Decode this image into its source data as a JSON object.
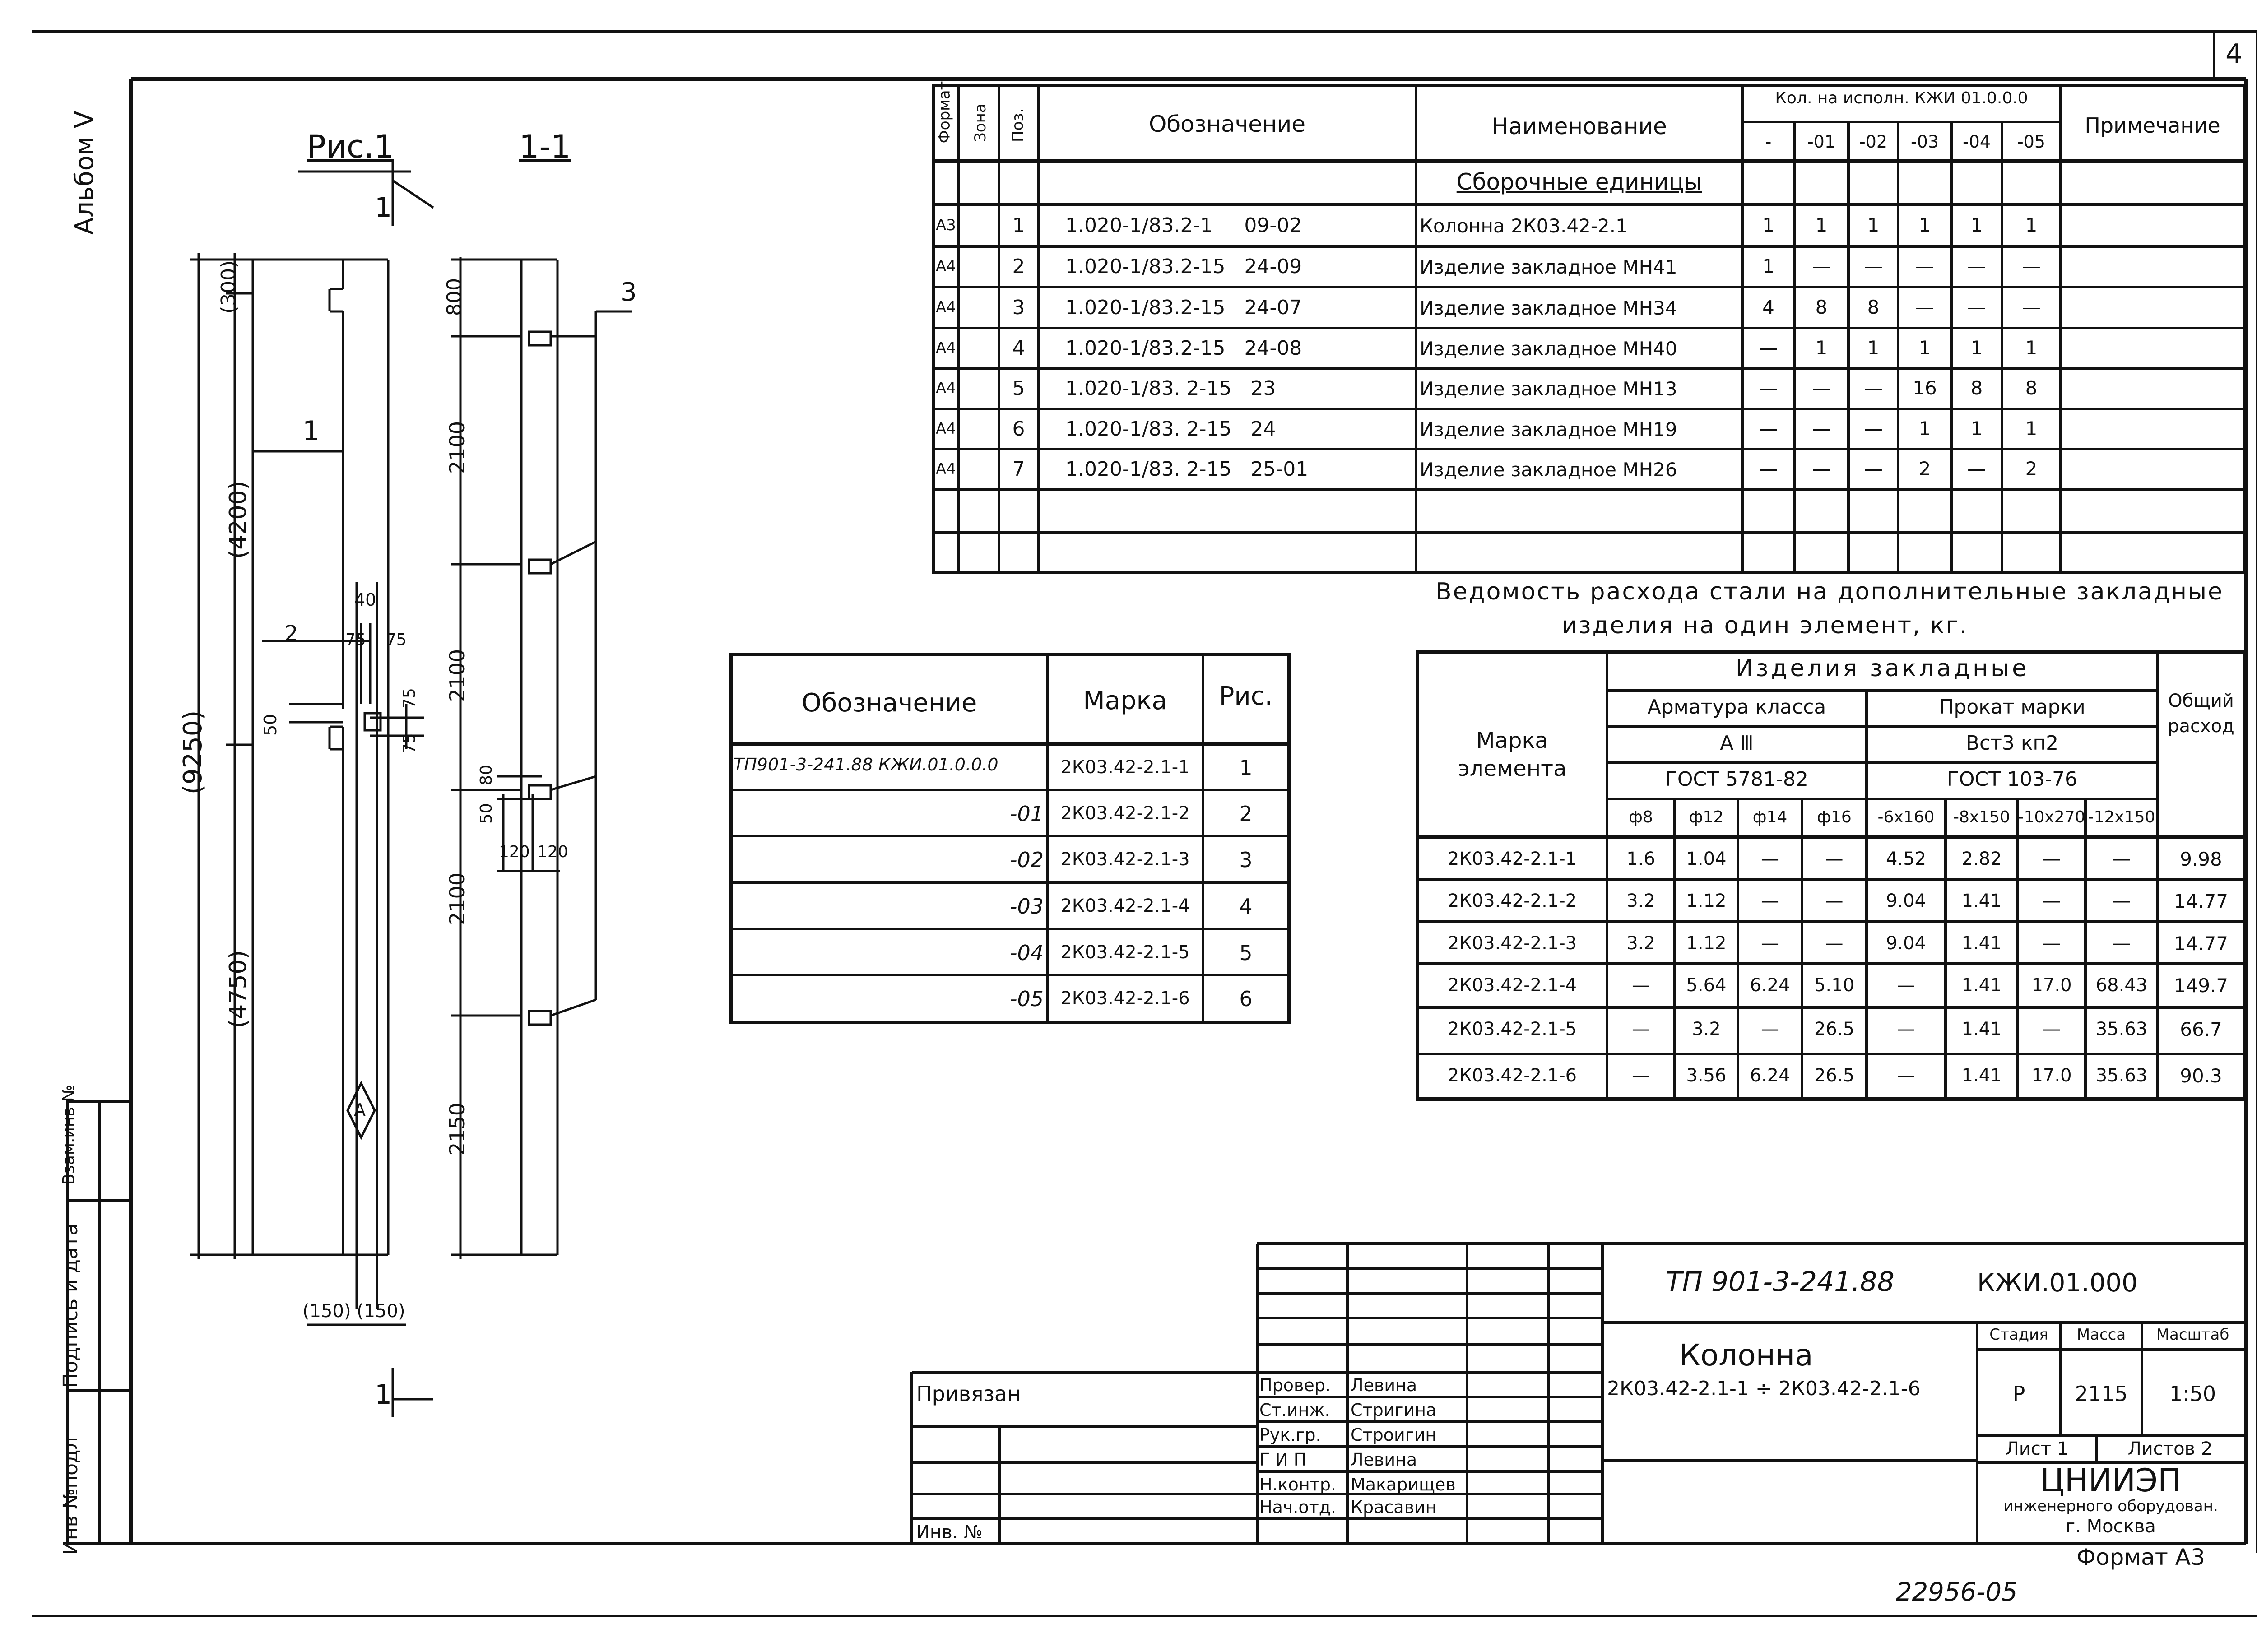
{
  "sheet": {
    "page_number": "4",
    "album": "Альбом Ⅴ",
    "archive_number": "22956-05",
    "format": "Формат А3"
  },
  "side_stamp": {
    "inv_podl": "Инв №подл",
    "sign_date": "Подпись и дата",
    "vzam": "Взам.инв №"
  },
  "drawing": {
    "fig_label": "Рис.1",
    "section_label": "1-1",
    "section_mark": "1",
    "dim_total": "(9250)",
    "dim_top": "(300)",
    "dim_upper": "(4200)",
    "dim_lower": "(4750)",
    "dim_bottom_left": "(150)",
    "dim_bottom_right": "(150)",
    "dim_40": "40",
    "dim_75a": "75",
    "dim_75b": "75",
    "dim_75c": "75",
    "dim_75d": "75",
    "dim_50": "50",
    "callout_1": "1",
    "callout_2": "2",
    "callout_3": "3",
    "zone_marker": "А",
    "sec_dim_800": "800",
    "sec_dim_2100a": "2100",
    "sec_dim_2100b": "2100",
    "sec_dim_2100c": "2100",
    "sec_dim_2150": "2150",
    "sec_dim_80": "80",
    "sec_dim_50": "50",
    "sec_dim_120a": "120",
    "sec_dim_120b": "120"
  },
  "spec": {
    "headers": {
      "format": "Формат",
      "zone": "Зона",
      "pos": "Поз.",
      "designation": "Обозначение",
      "name": "Наименование",
      "qty_title": "Кол. на исполн. КЖИ 01.0.0.0",
      "note": "Примечание"
    },
    "qty_columns": [
      "-",
      "-01",
      "-02",
      "-03",
      "-04",
      "-05"
    ],
    "section_title": "Сборочные единицы",
    "rows": [
      {
        "format": "А3",
        "pos": "1",
        "designation": "1.020-1/83.2-1     09-02",
        "name": "Колонна 2К03.42-2.1",
        "qty": [
          "1",
          "1",
          "1",
          "1",
          "1",
          "1"
        ]
      },
      {
        "format": "А4",
        "pos": "2",
        "designation": "1.020-1/83.2-15   24-09",
        "name": "Изделие закладное МН41",
        "qty": [
          "1",
          "—",
          "—",
          "—",
          "—",
          "—"
        ]
      },
      {
        "format": "А4",
        "pos": "3",
        "designation": "1.020-1/83.2-15   24-07",
        "name": "Изделие закладное МН34",
        "qty": [
          "4",
          "8",
          "8",
          "—",
          "—",
          "—"
        ]
      },
      {
        "format": "А4",
        "pos": "4",
        "designation": "1.020-1/83.2-15   24-08",
        "name": "Изделие закладное МН40",
        "qty": [
          "—",
          "1",
          "1",
          "1",
          "1",
          "1"
        ]
      },
      {
        "format": "А4",
        "pos": "5",
        "designation": "1.020-1/83. 2-15   23",
        "name": "Изделие закладное МН13",
        "qty": [
          "—",
          "—",
          "—",
          "16",
          "8",
          "8"
        ]
      },
      {
        "format": "А4",
        "pos": "6",
        "designation": "1.020-1/83. 2-15   24",
        "name": "Изделие закладное МН19",
        "qty": [
          "—",
          "—",
          "—",
          "1",
          "1",
          "1"
        ]
      },
      {
        "format": "А4",
        "pos": "7",
        "designation": "1.020-1/83. 2-15   25-01",
        "name": "Изделие закладное МН26",
        "qty": [
          "—",
          "—",
          "—",
          "2",
          "—",
          "2"
        ]
      }
    ]
  },
  "marks": {
    "headers": {
      "designation": "Обозначение",
      "mark": "Марка",
      "fig": "Рис."
    },
    "base": "ТП901-3-241.88    КЖИ.01.0.0.0",
    "rows": [
      {
        "suffix": "",
        "mark": "2К03.42-2.1-1",
        "fig": "1"
      },
      {
        "suffix": "-01",
        "mark": "2К03.42-2.1-2",
        "fig": "2"
      },
      {
        "suffix": "-02",
        "mark": "2К03.42-2.1-3",
        "fig": "3"
      },
      {
        "suffix": "-03",
        "mark": "2К03.42-2.1-4",
        "fig": "4"
      },
      {
        "suffix": "-04",
        "mark": "2К03.42-2.1-5",
        "fig": "5"
      },
      {
        "suffix": "-05",
        "mark": "2К03.42-2.1-6",
        "fig": "6"
      }
    ]
  },
  "steel": {
    "title_line1": "Ведомость расхода стали на дополнительные закладные",
    "title_line2": "изделия на один элемент, кг.",
    "h_items": "Изделия   закладные",
    "h_rebar": "Арматура класса",
    "h_rebar_class": "А Ⅲ",
    "h_rebar_gost": "ГОСТ 5781-82",
    "h_rolled": "Прокат марки",
    "h_rolled_grade": "Вст3 кп2",
    "h_rolled_gost": "ГОСТ 103-76",
    "h_element": "Марка элемента",
    "h_total": "Общий расход",
    "cols": [
      "ф8",
      "ф12",
      "ф14",
      "ф16",
      "-6х160",
      "-8х150",
      "-10х270",
      "-12х150"
    ],
    "rows": [
      {
        "mark": "2К03.42-2.1-1",
        "values": [
          "1.6",
          "1.04",
          "—",
          "—",
          "4.52",
          "2.82",
          "—",
          "—"
        ],
        "total": "9.98"
      },
      {
        "mark": "2К03.42-2.1-2",
        "values": [
          "3.2",
          "1.12",
          "—",
          "—",
          "9.04",
          "1.41",
          "—",
          "—"
        ],
        "total": "14.77"
      },
      {
        "mark": "2К03.42-2.1-3",
        "values": [
          "3.2",
          "1.12",
          "—",
          "—",
          "9.04",
          "1.41",
          "—",
          "—"
        ],
        "total": "14.77"
      },
      {
        "mark": "2К03.42-2.1-4",
        "values": [
          "—",
          "5.64",
          "6.24",
          "5.10",
          "—",
          "1.41",
          "17.0",
          "68.43"
        ],
        "total": "149.7"
      },
      {
        "mark": "2К03.42-2.1-5",
        "values": [
          "—",
          "3.2",
          "—",
          "26.5",
          "—",
          "1.41",
          "—",
          "35.63"
        ],
        "total": "66.7"
      },
      {
        "mark": "2К03.42-2.1-6",
        "values": [
          "—",
          "3.56",
          "6.24",
          "26.5",
          "—",
          "1.41",
          "17.0",
          "35.63"
        ],
        "total": "90.3"
      }
    ]
  },
  "title_block": {
    "code": "ТП 901-3-241.88",
    "doc": "КЖИ.01.000",
    "title": "Колонна",
    "subtitle": "2К03.42-2.1-1 ÷ 2К03.42-2.1-6",
    "stage_h": "Стадия",
    "mass_h": "Масса",
    "scale_h": "Масштаб",
    "stage": "Р",
    "mass": "2115",
    "scale": "1:50",
    "sheet": "Лист 1",
    "sheets": "Листов 2",
    "org": "ЦНИИЭП",
    "org2": "инженерного оборудован.",
    "city": "г. Москва",
    "tied": "Привязан",
    "inv": "Инв. №",
    "signers": [
      {
        "role": "Провер.",
        "name": "Левина"
      },
      {
        "role": "Ст.инж.",
        "name": "Стригина"
      },
      {
        "role": "Рук.гр.",
        "name": "Строигин"
      },
      {
        "role": "Г И П",
        "name": "Левина"
      },
      {
        "role": "Н.контр.",
        "name": "Макарищев"
      },
      {
        "role": "Нач.отд.",
        "name": "Красавин"
      }
    ]
  }
}
